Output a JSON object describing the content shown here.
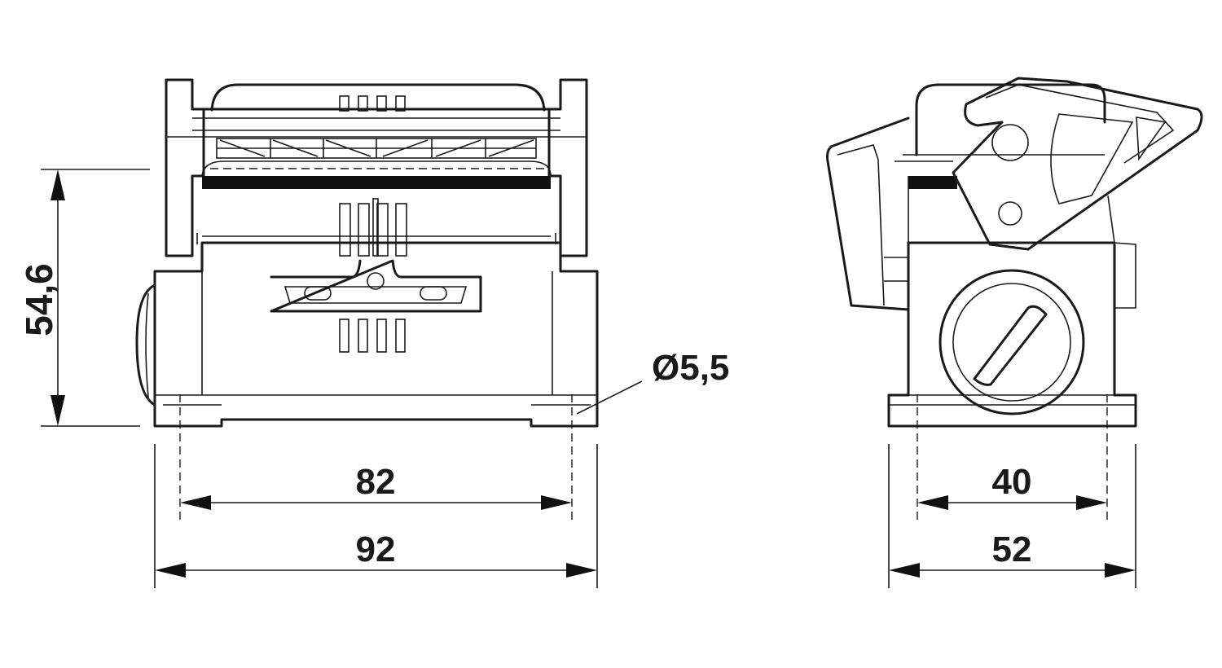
{
  "dimensions": {
    "height": "54,6",
    "hole_diameter": "Ø5,5",
    "hole_spacing_front": "82",
    "width_front": "92",
    "hole_spacing_side": "40",
    "width_side": "52"
  },
  "colors": {
    "line": "#1a1a1a",
    "background": "#ffffff"
  }
}
